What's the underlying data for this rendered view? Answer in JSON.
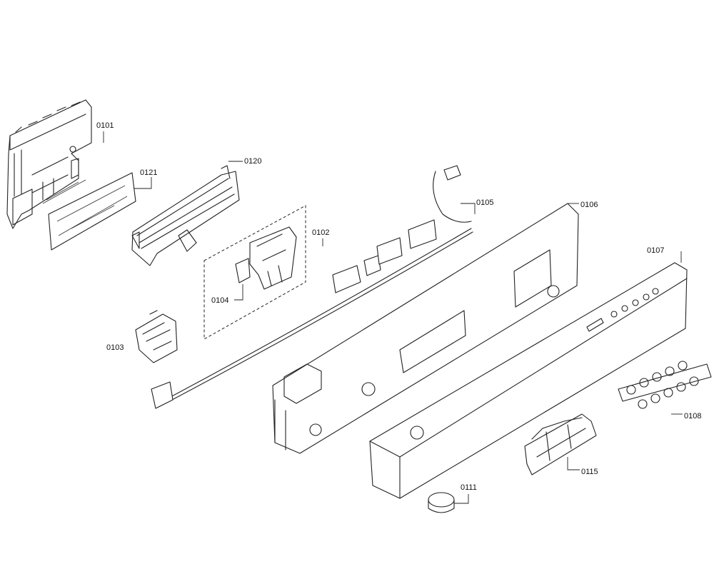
{
  "diagram": {
    "parts": [
      {
        "id": "p0101",
        "label": "0101"
      },
      {
        "id": "p0121",
        "label": "0121"
      },
      {
        "id": "p0120",
        "label": "0120"
      },
      {
        "id": "p0102",
        "label": "0102"
      },
      {
        "id": "p0104",
        "label": "0104"
      },
      {
        "id": "p0103",
        "label": "0103"
      },
      {
        "id": "p0105",
        "label": "0105"
      },
      {
        "id": "p0106",
        "label": "0106"
      },
      {
        "id": "p0107",
        "label": "0107"
      },
      {
        "id": "p0108",
        "label": "0108"
      },
      {
        "id": "p0115",
        "label": "0115"
      },
      {
        "id": "p0111",
        "label": "0111"
      }
    ]
  }
}
